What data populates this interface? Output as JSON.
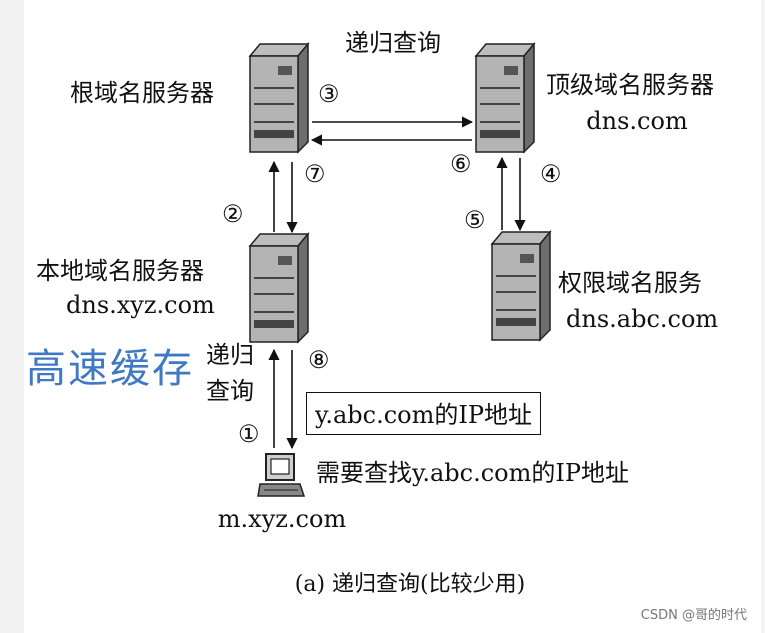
{
  "labels": {
    "recursive_top": "递归查询",
    "root_server": "根域名服务器",
    "tld_server": "顶级域名服务器",
    "tld_domain": "dns.com",
    "local_server": "本地域名服务器",
    "local_domain": "dns.xyz.com",
    "auth_server": "权限域名服务",
    "auth_domain": "dns.abc.com",
    "cache_note": "高速缓存",
    "recursive_left_1": "递归",
    "recursive_left_2": "查询",
    "answer": "y.abc.com的IP地址",
    "need_lookup": "需要查找y.abc.com的IP地址",
    "host": "m.xyz.com",
    "caption": "(a) 递归查询(比较少用)",
    "watermark": "CSDN @哥的时代"
  },
  "steps": [
    "①",
    "②",
    "③",
    "④",
    "⑤",
    "⑥",
    "⑦",
    "⑧"
  ]
}
